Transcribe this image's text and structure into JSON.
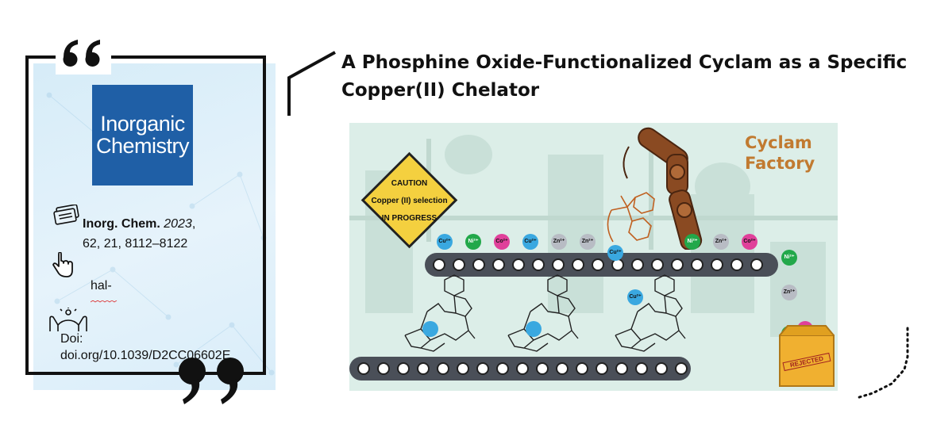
{
  "card": {
    "journal_logo_line1": "Inorganic",
    "journal_logo_line2": "Chemistry",
    "citation_journal": "Inorg. Chem.",
    "citation_year": "2023",
    "citation_rest": "62, 21, 8112–8122",
    "hal_text": "hal-",
    "doi_label": "Doi:",
    "doi_value": "doi.org/10.1039/D2CC06602E"
  },
  "article": {
    "title_line1": "A Phosphine Oxide-Functionalized Cyclam as a Specific",
    "title_line2": "Copper(II) Chelator"
  },
  "figure": {
    "caution_title": "CAUTION",
    "caution_line2": "Copper (II) selection",
    "caution_line3": "IN PROGRESS",
    "factory_line1": "Cyclam",
    "factory_line2": "Factory",
    "rejected_label": "REJECTED",
    "ion_labels": [
      "Cu²⁺",
      "Ni²⁺",
      "Co²⁺",
      "Cu²⁺",
      "Zn²⁺",
      "Zn²⁺",
      "Cu²⁺",
      "Ni²⁺",
      "Zn²⁺",
      "Co²⁺",
      "Ni²⁺",
      "Zn²⁺",
      "Cu²⁺"
    ],
    "colors": {
      "cu": "#3aa8e0",
      "ni": "#22a84a",
      "co": "#e0409a",
      "zn": "#b8bcc4",
      "robot": "#8a4a22",
      "caution": "#f4d03f",
      "box": "#f0b030"
    }
  }
}
